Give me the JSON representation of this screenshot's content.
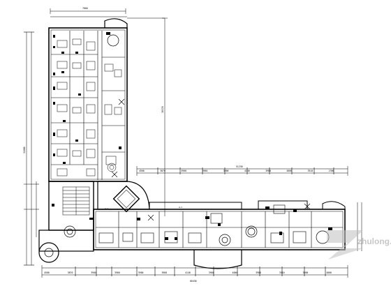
{
  "drawing": {
    "top_dimension_label": "7800",
    "left_dimension_label": "31000",
    "vertical_dimension_label": "30378",
    "horizontal_dimension_label": "51230",
    "bottom_dimension_label": "60430",
    "room_labels": [
      "A-1",
      "A-1"
    ],
    "top_dim_chain": [
      "4500",
      "3870",
      "3900",
      "3900",
      "3900",
      "4140",
      "3900",
      "4000",
      "3510",
      "2300"
    ],
    "bottom_dim_chain": [
      "4500",
      "3870",
      "3900",
      "3900",
      "3900",
      "3900",
      "4140",
      "3900",
      "4000",
      "3900",
      "3510",
      "3900",
      "4800"
    ],
    "watermark": "zhulong.com"
  }
}
